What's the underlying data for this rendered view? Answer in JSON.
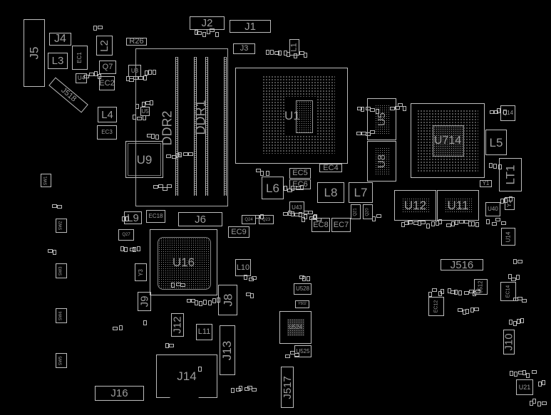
{
  "board": {
    "colors": {
      "background": "#000000",
      "outline": "#bdbdbd",
      "label": "#9c9c9c"
    },
    "parts": {
      "j5": "J5",
      "j4": "J4",
      "l3": "L3",
      "ec1": "EC1",
      "l2": "L2",
      "r26": "R26",
      "q7": "Q7",
      "u4": "U4",
      "ec2": "EC2",
      "u3": "U3",
      "j518": "J518",
      "l4": "L4",
      "ec3": "EC3",
      "u5s": "U5",
      "u9": "U9",
      "ddr2": "DDR2",
      "ddr1": "DDR1",
      "j2": "J2",
      "j1": "J1",
      "j3": "J3",
      "l1": "L1",
      "u1": "U1",
      "u5": "U5",
      "u8": "U8",
      "u714": "U714",
      "q14": "Q14",
      "l5": "L5",
      "lt1": "LT1",
      "ec4": "EC4",
      "ec5": "EC5",
      "ec6": "EC6",
      "l6": "L6",
      "l8": "L8",
      "l7": "L7",
      "q21": "Q21",
      "q20": "Q20",
      "u43": "U43",
      "u12": "U12",
      "u11": "U11",
      "u40": "U40",
      "y1": "Y1",
      "y2": "Y2",
      "u14": "U14",
      "j516": "J516",
      "q24": "Q24",
      "q23": "Q23",
      "ec9": "EC9",
      "ec8": "EC8",
      "ec7": "EC7",
      "l9": "L9",
      "ec18": "EC18",
      "j6": "J6",
      "q27": "Q27",
      "u16": "U16",
      "y3": "Y3",
      "j9": "J9",
      "j8": "J8",
      "l10": "L10",
      "j12": "J12",
      "l11": "L11",
      "j13": "J13",
      "j14": "J14",
      "j16": "J16",
      "u528": "U528",
      "y502": "Y502",
      "u524": "U524",
      "u525": "U525",
      "j517": "J517",
      "j512": "J512",
      "ec14": "EC14",
      "ec12": "EC12",
      "j10": "J10",
      "u21": "U21",
      "sw1": "SW1",
      "sw2": "SW2",
      "sw3": "SW3",
      "sw4": "SW4",
      "sw5": "SW5"
    }
  }
}
